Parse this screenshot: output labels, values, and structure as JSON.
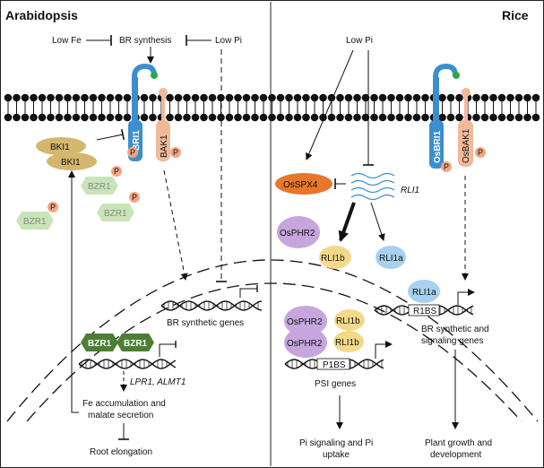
{
  "titles": {
    "left": "Arabidopsis",
    "right": "Rice"
  },
  "arabidopsis": {
    "low_fe": "Low Fe",
    "br_synthesis": "BR synthesis",
    "low_pi": "Low Pi",
    "bri1": "BRI1",
    "bak1": "BAK1",
    "bki1_a": "BKI1",
    "bki1_b": "BKI1",
    "phospho": "P",
    "bzr1_a": "BZR1",
    "bzr1_b": "BZR1",
    "bzr1_c": "BZR1",
    "br_synthetic_genes": "BR synthetic genes",
    "bzr1_dimer_a": "BZR1",
    "bzr1_dimer_b": "BZR1",
    "target_genes": "LPR1, ALMT1",
    "fe_accumulation": "Fe accumulation and",
    "malate_secretion": "malate secretion",
    "root_elongation": "Root elongation"
  },
  "rice": {
    "low_pi": "Low Pi",
    "osbri1": "OsBRI1",
    "osbak1": "OsBAK1",
    "osspx4": "OsSPX4",
    "rli1": "RLI1",
    "osphr2": "OsPHR2",
    "rli1b": "RLI1b",
    "rli1a": "RLI1a",
    "r1bs": "R1BS",
    "br_genes_line1": "BR synthetic and",
    "br_genes_line2": "signaling genes",
    "p1bs": "P1BS",
    "psi_genes": "PSI genes",
    "pi_signaling_line1": "Pi signaling and Pi",
    "pi_signaling_line2": "uptake",
    "plant_growth_line1": "Plant growth and",
    "plant_growth_line2": "development"
  },
  "colors": {
    "receptor_blue": "#3b8fcf",
    "bak1_peach": "#f0b99a",
    "bki1_gold": "#d4b76e",
    "bzr1_light": "#c9e4b8",
    "bzr1_dark": "#4a7f34",
    "osspx4_orange": "#e8762b",
    "osphr2_purple": "#c6a6dc",
    "rli1b_yellow": "#f4d98a",
    "rli1a_blue": "#a9d1ee",
    "ligand_green": "#2aa84a"
  }
}
